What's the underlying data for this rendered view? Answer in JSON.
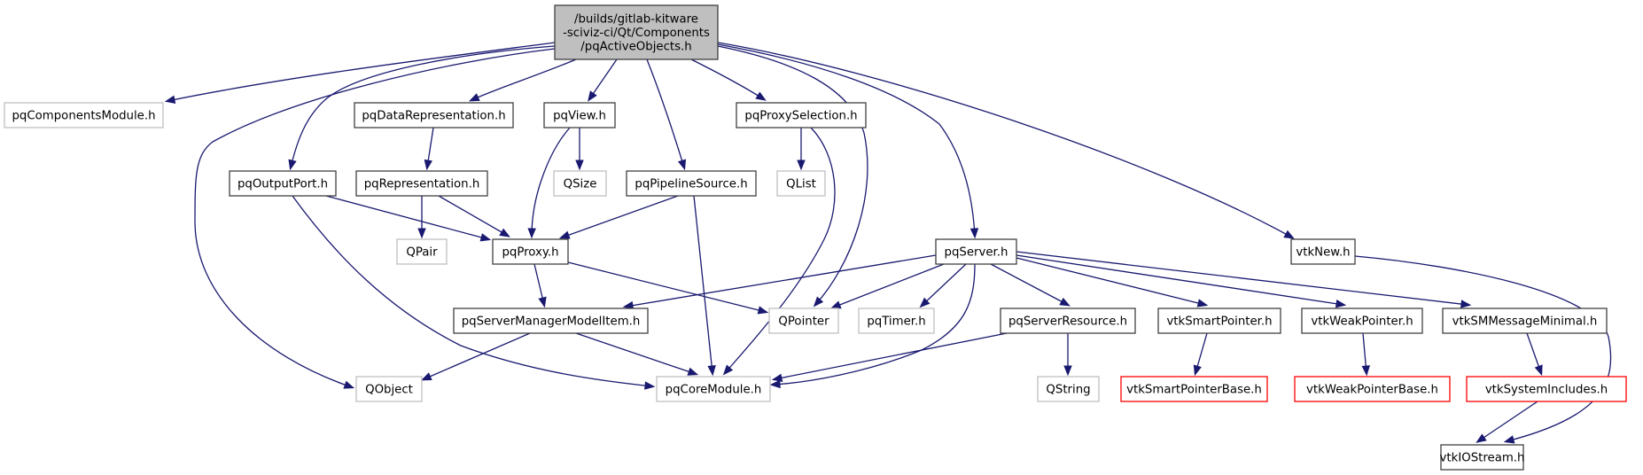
{
  "diagram": {
    "type": "include-dependency-graph",
    "colors": {
      "edge": "#191970",
      "root_fill": "#bfbfbf",
      "root_border": "#404040",
      "documented_border": "#404040",
      "external_border": "#bfbfbf",
      "truncated_border": "#ff0000",
      "node_fill": "#ffffff"
    },
    "nodes": [
      {
        "id": "root",
        "lines": [
          "/builds/gitlab-kitware",
          "-sciviz-ci/Qt/Components",
          "/pqActiveObjects.h"
        ],
        "style": "root"
      },
      {
        "id": "pqComponentsModule",
        "lines": [
          "pqComponentsModule.h"
        ],
        "style": "external"
      },
      {
        "id": "pqDataRepresentation",
        "lines": [
          "pqDataRepresentation.h"
        ],
        "style": "documented"
      },
      {
        "id": "pqView",
        "lines": [
          "pqView.h"
        ],
        "style": "documented"
      },
      {
        "id": "pqProxySelection",
        "lines": [
          "pqProxySelection.h"
        ],
        "style": "documented"
      },
      {
        "id": "pqOutputPort",
        "lines": [
          "pqOutputPort.h"
        ],
        "style": "documented"
      },
      {
        "id": "pqRepresentation",
        "lines": [
          "pqRepresentation.h"
        ],
        "style": "documented"
      },
      {
        "id": "QSize",
        "lines": [
          "QSize"
        ],
        "style": "external"
      },
      {
        "id": "pqPipelineSource",
        "lines": [
          "pqPipelineSource.h"
        ],
        "style": "documented"
      },
      {
        "id": "QList",
        "lines": [
          "QList"
        ],
        "style": "external"
      },
      {
        "id": "QPair",
        "lines": [
          "QPair"
        ],
        "style": "external"
      },
      {
        "id": "pqProxy",
        "lines": [
          "pqProxy.h"
        ],
        "style": "documented"
      },
      {
        "id": "pqServer",
        "lines": [
          "pqServer.h"
        ],
        "style": "documented"
      },
      {
        "id": "vtkNew",
        "lines": [
          "vtkNew.h"
        ],
        "style": "documented"
      },
      {
        "id": "pqServerManagerModelItem",
        "lines": [
          "pqServerManagerModelItem.h"
        ],
        "style": "documented"
      },
      {
        "id": "QPointer",
        "lines": [
          "QPointer"
        ],
        "style": "external"
      },
      {
        "id": "pqTimer",
        "lines": [
          "pqTimer.h"
        ],
        "style": "external"
      },
      {
        "id": "pqServerResource",
        "lines": [
          "pqServerResource.h"
        ],
        "style": "documented"
      },
      {
        "id": "vtkSmartPointer",
        "lines": [
          "vtkSmartPointer.h"
        ],
        "style": "documented"
      },
      {
        "id": "vtkWeakPointer",
        "lines": [
          "vtkWeakPointer.h"
        ],
        "style": "documented"
      },
      {
        "id": "vtkSMMessageMinimal",
        "lines": [
          "vtkSMMessageMinimal.h"
        ],
        "style": "documented"
      },
      {
        "id": "QObject",
        "lines": [
          "QObject"
        ],
        "style": "external"
      },
      {
        "id": "pqCoreModule",
        "lines": [
          "pqCoreModule.h"
        ],
        "style": "external"
      },
      {
        "id": "QString",
        "lines": [
          "QString"
        ],
        "style": "external"
      },
      {
        "id": "vtkSmartPointerBase",
        "lines": [
          "vtkSmartPointerBase.h"
        ],
        "style": "truncated"
      },
      {
        "id": "vtkWeakPointerBase",
        "lines": [
          "vtkWeakPointerBase.h"
        ],
        "style": "truncated"
      },
      {
        "id": "vtkSystemIncludes",
        "lines": [
          "vtkSystemIncludes.h"
        ],
        "style": "truncated"
      },
      {
        "id": "vtkIOStream",
        "lines": [
          "vtkIOStream.h"
        ],
        "style": "documented"
      }
    ],
    "edges": [
      [
        "root",
        "pqComponentsModule"
      ],
      [
        "root",
        "pqDataRepresentation"
      ],
      [
        "root",
        "pqView"
      ],
      [
        "root",
        "pqPipelineSource"
      ],
      [
        "root",
        "pqProxySelection"
      ],
      [
        "root",
        "pqOutputPort"
      ],
      [
        "root",
        "QObject"
      ],
      [
        "root",
        "QPointer"
      ],
      [
        "root",
        "pqServer"
      ],
      [
        "root",
        "vtkNew"
      ],
      [
        "pqDataRepresentation",
        "pqRepresentation"
      ],
      [
        "pqView",
        "QSize"
      ],
      [
        "pqView",
        "pqProxy"
      ],
      [
        "pqProxySelection",
        "QList"
      ],
      [
        "pqProxySelection",
        "pqCoreModule"
      ],
      [
        "pqOutputPort",
        "pqProxy"
      ],
      [
        "pqOutputPort",
        "pqCoreModule"
      ],
      [
        "pqRepresentation",
        "QPair"
      ],
      [
        "pqRepresentation",
        "pqProxy"
      ],
      [
        "pqPipelineSource",
        "pqProxy"
      ],
      [
        "pqPipelineSource",
        "pqCoreModule"
      ],
      [
        "pqProxy",
        "pqServerManagerModelItem"
      ],
      [
        "pqProxy",
        "QPointer"
      ],
      [
        "pqServer",
        "pqServerManagerModelItem"
      ],
      [
        "pqServer",
        "QPointer"
      ],
      [
        "pqServer",
        "pqTimer"
      ],
      [
        "pqServer",
        "pqServerResource"
      ],
      [
        "pqServer",
        "pqCoreModule"
      ],
      [
        "pqServer",
        "vtkSmartPointer"
      ],
      [
        "pqServer",
        "vtkWeakPointer"
      ],
      [
        "pqServer",
        "vtkSMMessageMinimal"
      ],
      [
        "vtkNew",
        "vtkIOStream"
      ],
      [
        "pqServerManagerModelItem",
        "QObject"
      ],
      [
        "pqServerManagerModelItem",
        "pqCoreModule"
      ],
      [
        "pqServerResource",
        "pqCoreModule"
      ],
      [
        "pqServerResource",
        "QString"
      ],
      [
        "vtkSmartPointer",
        "vtkSmartPointerBase"
      ],
      [
        "vtkWeakPointer",
        "vtkWeakPointerBase"
      ],
      [
        "vtkSMMessageMinimal",
        "vtkSystemIncludes"
      ],
      [
        "vtkSystemIncludes",
        "vtkIOStream"
      ]
    ]
  }
}
